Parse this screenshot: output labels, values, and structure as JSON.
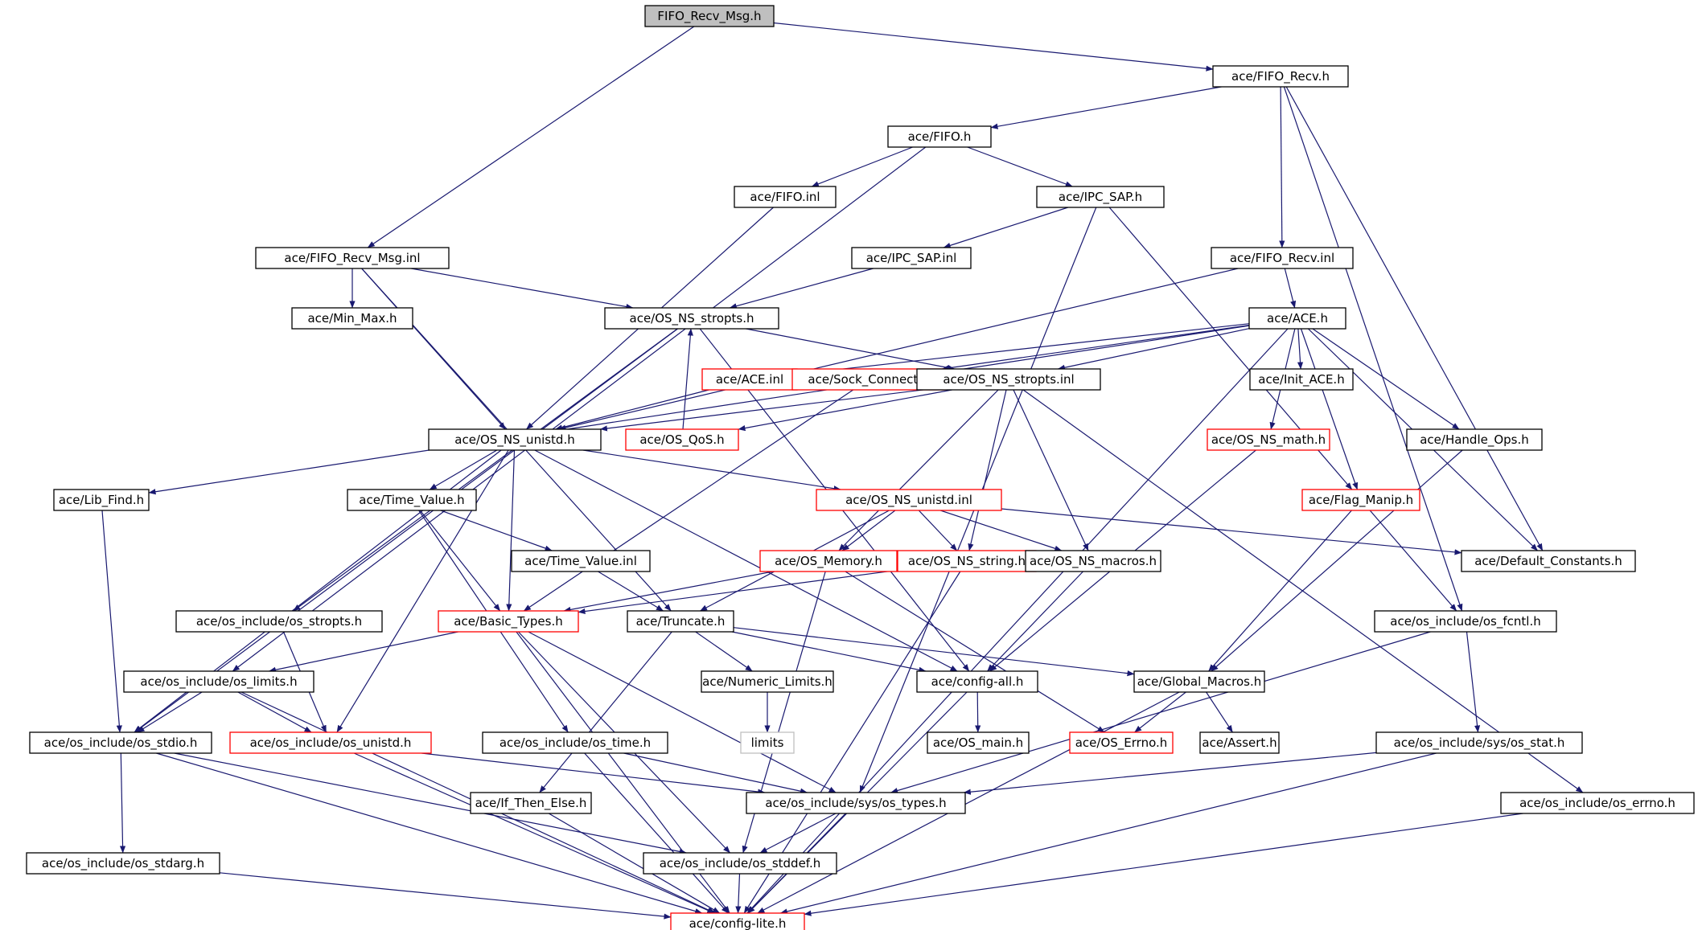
{
  "diagram": {
    "colors": {
      "edge": "#191970",
      "normal_border": "#000000",
      "truncated_border": "#ff0000",
      "root_fill": "#bfbfbf",
      "ghost_border": "#bfbfbf"
    },
    "nodes": [
      {
        "id": "fifo_recv_msg_h",
        "label": "FIFO_Recv_Msg.h",
        "style": "root"
      },
      {
        "id": "fifo_recv_h",
        "label": "ace/FIFO_Recv.h"
      },
      {
        "id": "fifo_h",
        "label": "ace/FIFO.h"
      },
      {
        "id": "fifo_inl",
        "label": "ace/FIFO.inl"
      },
      {
        "id": "ipc_sap_h",
        "label": "ace/IPC_SAP.h"
      },
      {
        "id": "fifo_recv_msg_inl",
        "label": "ace/FIFO_Recv_Msg.inl"
      },
      {
        "id": "ipc_sap_inl",
        "label": "ace/IPC_SAP.inl"
      },
      {
        "id": "fifo_recv_inl",
        "label": "ace/FIFO_Recv.inl"
      },
      {
        "id": "min_max_h",
        "label": "ace/Min_Max.h"
      },
      {
        "id": "os_ns_stropts_h",
        "label": "ace/OS_NS_stropts.h"
      },
      {
        "id": "ace_h",
        "label": "ace/ACE.h"
      },
      {
        "id": "ace_inl",
        "label": "ace/ACE.inl",
        "style": "truncated"
      },
      {
        "id": "sock_connect_h",
        "label": "ace/Sock_Connect.h",
        "style": "truncated"
      },
      {
        "id": "os_ns_stropts_inl",
        "label": "ace/OS_NS_stropts.inl"
      },
      {
        "id": "init_ace_h",
        "label": "ace/Init_ACE.h"
      },
      {
        "id": "os_ns_unistd_h",
        "label": "ace/OS_NS_unistd.h"
      },
      {
        "id": "os_qos_h",
        "label": "ace/OS_QoS.h",
        "style": "truncated"
      },
      {
        "id": "os_ns_math_h",
        "label": "ace/OS_NS_math.h",
        "style": "truncated"
      },
      {
        "id": "handle_ops_h",
        "label": "ace/Handle_Ops.h"
      },
      {
        "id": "lib_find_h",
        "label": "ace/Lib_Find.h"
      },
      {
        "id": "time_value_h",
        "label": "ace/Time_Value.h"
      },
      {
        "id": "os_ns_unistd_inl",
        "label": "ace/OS_NS_unistd.inl",
        "style": "truncated"
      },
      {
        "id": "flag_manip_h",
        "label": "ace/Flag_Manip.h",
        "style": "truncated"
      },
      {
        "id": "time_value_inl",
        "label": "ace/Time_Value.inl"
      },
      {
        "id": "os_memory_h",
        "label": "ace/OS_Memory.h",
        "style": "truncated"
      },
      {
        "id": "os_ns_string_h",
        "label": "ace/OS_NS_string.h",
        "style": "truncated"
      },
      {
        "id": "os_ns_macros_h",
        "label": "ace/OS_NS_macros.h"
      },
      {
        "id": "default_constants_h",
        "label": "ace/Default_Constants.h"
      },
      {
        "id": "os_stropts_h",
        "label": "ace/os_include/os_stropts.h"
      },
      {
        "id": "basic_types_h",
        "label": "ace/Basic_Types.h",
        "style": "truncated"
      },
      {
        "id": "truncate_h",
        "label": "ace/Truncate.h"
      },
      {
        "id": "os_fcntl_h",
        "label": "ace/os_include/os_fcntl.h"
      },
      {
        "id": "os_limits_h",
        "label": "ace/os_include/os_limits.h"
      },
      {
        "id": "numeric_limits_h",
        "label": "ace/Numeric_Limits.h"
      },
      {
        "id": "config_all_h",
        "label": "ace/config-all.h"
      },
      {
        "id": "global_macros_h",
        "label": "ace/Global_Macros.h"
      },
      {
        "id": "limits",
        "label": "limits",
        "style": "ghost"
      },
      {
        "id": "os_stdio_h",
        "label": "ace/os_include/os_stdio.h"
      },
      {
        "id": "os_unistd_h",
        "label": "ace/os_include/os_unistd.h",
        "style": "truncated"
      },
      {
        "id": "os_time_h",
        "label": "ace/os_include/os_time.h"
      },
      {
        "id": "os_main_h",
        "label": "ace/OS_main.h"
      },
      {
        "id": "os_errno_cap_h",
        "label": "ace/OS_Errno.h",
        "style": "truncated"
      },
      {
        "id": "assert_h",
        "label": "ace/Assert.h"
      },
      {
        "id": "os_sys_stat_h",
        "label": "ace/os_include/sys/os_stat.h"
      },
      {
        "id": "if_then_else_h",
        "label": "ace/If_Then_Else.h"
      },
      {
        "id": "os_sys_types_h",
        "label": "ace/os_include/sys/os_types.h"
      },
      {
        "id": "os_errno_h",
        "label": "ace/os_include/os_errno.h"
      },
      {
        "id": "os_stdarg_h",
        "label": "ace/os_include/os_stdarg.h"
      },
      {
        "id": "os_stddef_h",
        "label": "ace/os_include/os_stddef.h"
      },
      {
        "id": "config_lite_h",
        "label": "ace/config-lite.h",
        "style": "truncated"
      }
    ],
    "edges": [
      [
        "fifo_recv_msg_h",
        "fifo_recv_h"
      ],
      [
        "fifo_recv_msg_h",
        "fifo_recv_msg_inl"
      ],
      [
        "fifo_recv_h",
        "fifo_h"
      ],
      [
        "fifo_recv_h",
        "fifo_recv_inl"
      ],
      [
        "fifo_recv_h",
        "default_constants_h"
      ],
      [
        "fifo_recv_h",
        "os_fcntl_h"
      ],
      [
        "fifo_h",
        "fifo_inl"
      ],
      [
        "fifo_h",
        "ipc_sap_h"
      ],
      [
        "fifo_h",
        "os_limits_h"
      ],
      [
        "fifo_inl",
        "os_ns_unistd_h"
      ],
      [
        "ipc_sap_h",
        "ipc_sap_inl"
      ],
      [
        "ipc_sap_h",
        "flag_manip_h"
      ],
      [
        "ipc_sap_h",
        "os_sys_types_h"
      ],
      [
        "ipc_sap_inl",
        "os_ns_stropts_h"
      ],
      [
        "fifo_recv_msg_inl",
        "min_max_h"
      ],
      [
        "fifo_recv_msg_inl",
        "os_ns_stropts_h"
      ],
      [
        "fifo_recv_msg_inl",
        "os_ns_unistd_h"
      ],
      [
        "fifo_recv_msg_inl",
        "truncate_h"
      ],
      [
        "fifo_recv_inl",
        "ace_h"
      ],
      [
        "fifo_recv_inl",
        "os_ns_unistd_h"
      ],
      [
        "os_ns_stropts_h",
        "os_ns_stropts_inl"
      ],
      [
        "os_ns_stropts_h",
        "os_stropts_h"
      ],
      [
        "os_ns_stropts_h",
        "os_stdio_h"
      ],
      [
        "os_ns_stropts_h",
        "config_all_h"
      ],
      [
        "ace_h",
        "ace_inl"
      ],
      [
        "ace_h",
        "sock_connect_h"
      ],
      [
        "ace_h",
        "os_ns_stropts_inl"
      ],
      [
        "ace_h",
        "init_ace_h"
      ],
      [
        "ace_h",
        "os_ns_math_h"
      ],
      [
        "ace_h",
        "handle_ops_h"
      ],
      [
        "ace_h",
        "flag_manip_h"
      ],
      [
        "ace_h",
        "default_constants_h"
      ],
      [
        "ace_h",
        "lib_find_h"
      ],
      [
        "ace_h",
        "config_lite_h"
      ],
      [
        "ace_inl",
        "os_ns_unistd_h"
      ],
      [
        "sock_connect_h",
        "basic_types_h"
      ],
      [
        "os_ns_stropts_inl",
        "os_ns_unistd_h"
      ],
      [
        "os_ns_stropts_inl",
        "os_qos_h"
      ],
      [
        "os_ns_stropts_inl",
        "os_memory_h"
      ],
      [
        "os_ns_stropts_inl",
        "os_ns_string_h"
      ],
      [
        "os_ns_stropts_inl",
        "os_ns_macros_h"
      ],
      [
        "os_ns_stropts_inl",
        "os_errno_h"
      ],
      [
        "os_qos_h",
        "os_ns_stropts_h"
      ],
      [
        "os_ns_unistd_h",
        "time_value_h"
      ],
      [
        "os_ns_unistd_h",
        "basic_types_h"
      ],
      [
        "os_ns_unistd_h",
        "os_ns_unistd_inl"
      ],
      [
        "os_ns_unistd_h",
        "os_stdio_h"
      ],
      [
        "os_ns_unistd_h",
        "os_unistd_h"
      ],
      [
        "os_ns_unistd_h",
        "config_all_h"
      ],
      [
        "os_ns_math_h",
        "config_all_h"
      ],
      [
        "handle_ops_h",
        "global_macros_h"
      ],
      [
        "lib_find_h",
        "os_stdio_h"
      ],
      [
        "time_value_h",
        "time_value_inl"
      ],
      [
        "time_value_h",
        "basic_types_h"
      ],
      [
        "time_value_h",
        "os_time_h"
      ],
      [
        "os_ns_unistd_inl",
        "os_memory_h"
      ],
      [
        "os_ns_unistd_inl",
        "os_ns_string_h"
      ],
      [
        "os_ns_unistd_inl",
        "os_ns_macros_h"
      ],
      [
        "os_ns_unistd_inl",
        "default_constants_h"
      ],
      [
        "os_ns_unistd_inl",
        "truncate_h"
      ],
      [
        "flag_manip_h",
        "os_fcntl_h"
      ],
      [
        "flag_manip_h",
        "global_macros_h"
      ],
      [
        "time_value_inl",
        "truncate_h"
      ],
      [
        "os_memory_h",
        "basic_types_h"
      ],
      [
        "os_memory_h",
        "os_errno_cap_h"
      ],
      [
        "os_memory_h",
        "os_stddef_h"
      ],
      [
        "os_ns_string_h",
        "basic_types_h"
      ],
      [
        "os_ns_string_h",
        "config_lite_h"
      ],
      [
        "os_ns_macros_h",
        "config_all_h"
      ],
      [
        "os_stropts_h",
        "os_unistd_h"
      ],
      [
        "basic_types_h",
        "os_limits_h"
      ],
      [
        "basic_types_h",
        "config_lite_h"
      ],
      [
        "basic_types_h",
        "os_sys_types_h"
      ],
      [
        "basic_types_h",
        "os_stddef_h"
      ],
      [
        "truncate_h",
        "numeric_limits_h"
      ],
      [
        "truncate_h",
        "config_all_h"
      ],
      [
        "truncate_h",
        "global_macros_h"
      ],
      [
        "truncate_h",
        "if_then_else_h"
      ],
      [
        "os_fcntl_h",
        "os_sys_stat_h"
      ],
      [
        "os_fcntl_h",
        "os_sys_types_h"
      ],
      [
        "os_limits_h",
        "os_stdio_h"
      ],
      [
        "os_limits_h",
        "os_unistd_h"
      ],
      [
        "os_limits_h",
        "config_lite_h"
      ],
      [
        "numeric_limits_h",
        "limits"
      ],
      [
        "config_all_h",
        "os_main_h"
      ],
      [
        "config_all_h",
        "config_lite_h"
      ],
      [
        "global_macros_h",
        "os_errno_cap_h"
      ],
      [
        "global_macros_h",
        "assert_h"
      ],
      [
        "global_macros_h",
        "config_lite_h"
      ],
      [
        "os_stdio_h",
        "os_stdarg_h"
      ],
      [
        "os_stdio_h",
        "os_stddef_h"
      ],
      [
        "os_stdio_h",
        "config_lite_h"
      ],
      [
        "os_unistd_h",
        "os_sys_types_h"
      ],
      [
        "os_unistd_h",
        "config_lite_h"
      ],
      [
        "os_time_h",
        "os_sys_types_h"
      ],
      [
        "os_time_h",
        "config_lite_h"
      ],
      [
        "os_sys_stat_h",
        "os_sys_types_h"
      ],
      [
        "os_sys_stat_h",
        "config_lite_h"
      ],
      [
        "if_then_else_h",
        "config_lite_h"
      ],
      [
        "os_sys_types_h",
        "os_stddef_h"
      ],
      [
        "os_sys_types_h",
        "config_lite_h"
      ],
      [
        "os_errno_h",
        "config_lite_h"
      ],
      [
        "os_stdarg_h",
        "config_lite_h"
      ],
      [
        "os_stddef_h",
        "config_lite_h"
      ]
    ]
  }
}
